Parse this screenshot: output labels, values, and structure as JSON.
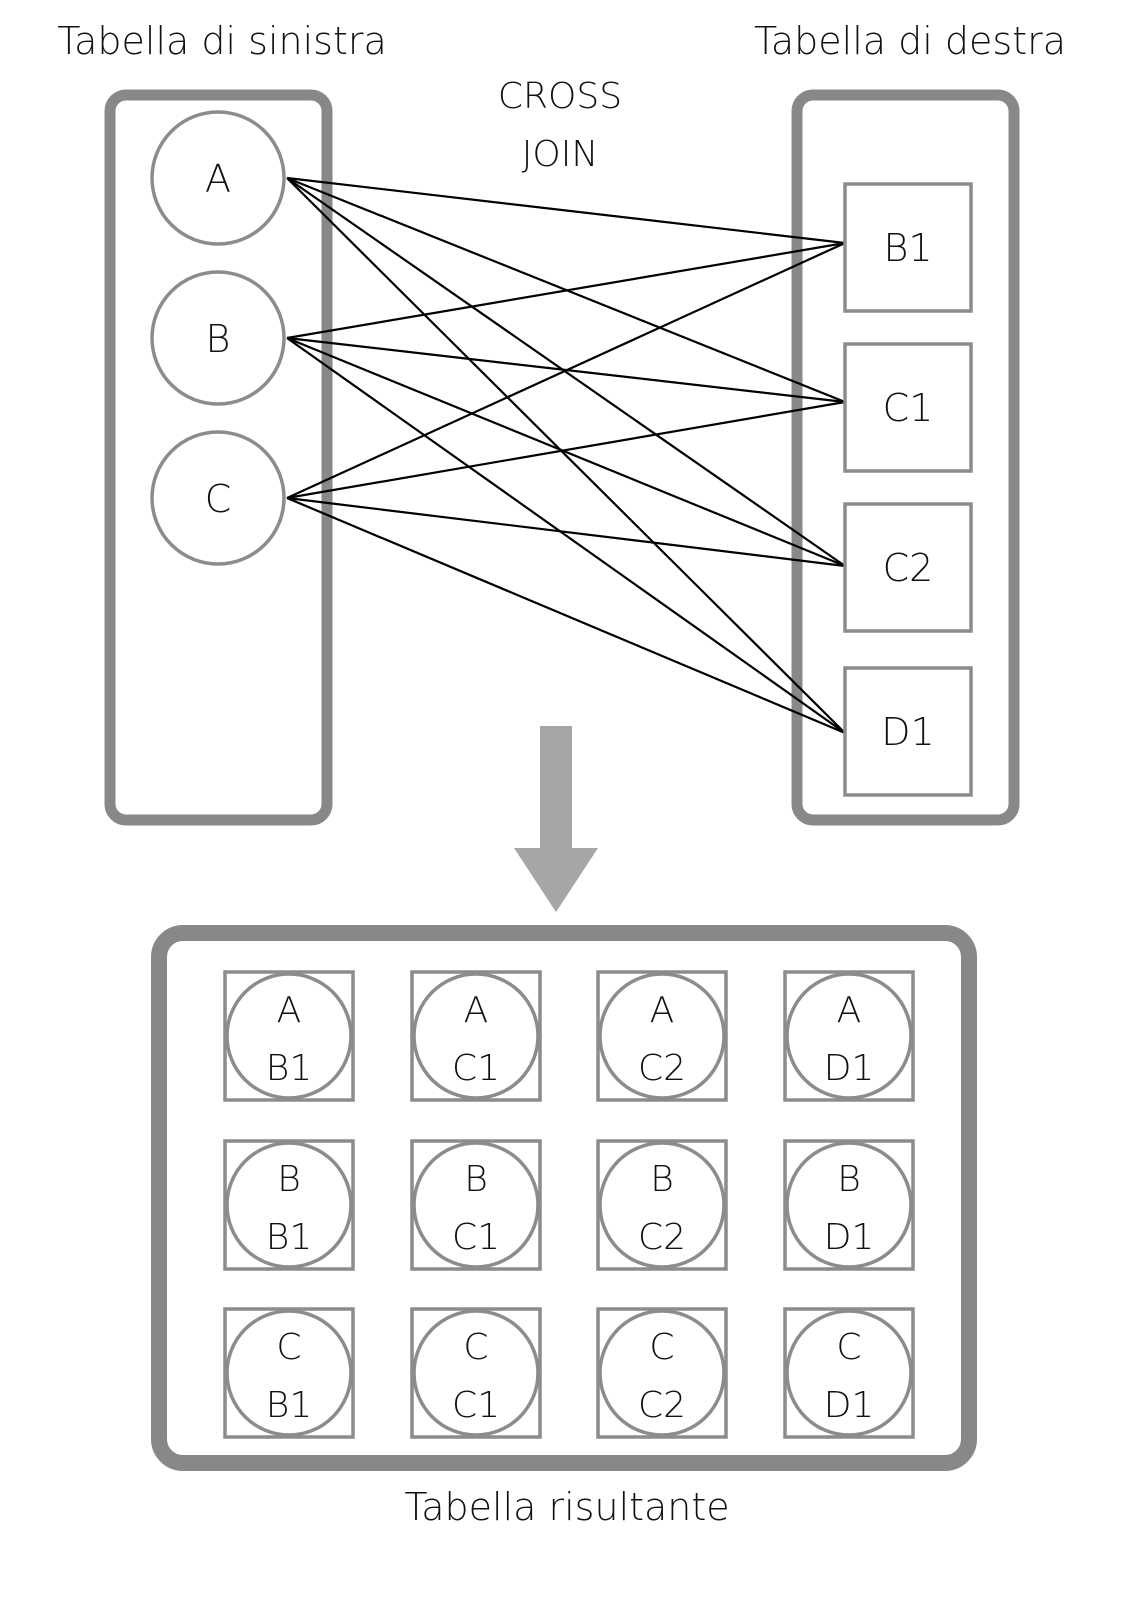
{
  "left_table": {
    "title": "Tabella di sinistra",
    "rows": [
      "A",
      "B",
      "C"
    ]
  },
  "right_table": {
    "title": "Tabella di destra",
    "rows": [
      "B1",
      "C1",
      "C2",
      "D1"
    ]
  },
  "operation": {
    "line1": "CROSS",
    "line2": "JOIN"
  },
  "result_table": {
    "title": "Tabella risultante",
    "rows": [
      [
        [
          "A",
          "B1"
        ],
        [
          "A",
          "C1"
        ],
        [
          "A",
          "C2"
        ],
        [
          "A",
          "D1"
        ]
      ],
      [
        [
          "B",
          "B1"
        ],
        [
          "B",
          "C1"
        ],
        [
          "B",
          "C2"
        ],
        [
          "B",
          "D1"
        ]
      ],
      [
        [
          "C",
          "B1"
        ],
        [
          "C",
          "C1"
        ],
        [
          "C",
          "C2"
        ],
        [
          "C",
          "D1"
        ]
      ]
    ]
  },
  "colors": {
    "container_border": "#888888",
    "item_border": "#8c8c8c",
    "arrow": "#a6a6a6",
    "connector": "#000000",
    "text": "#111111"
  }
}
